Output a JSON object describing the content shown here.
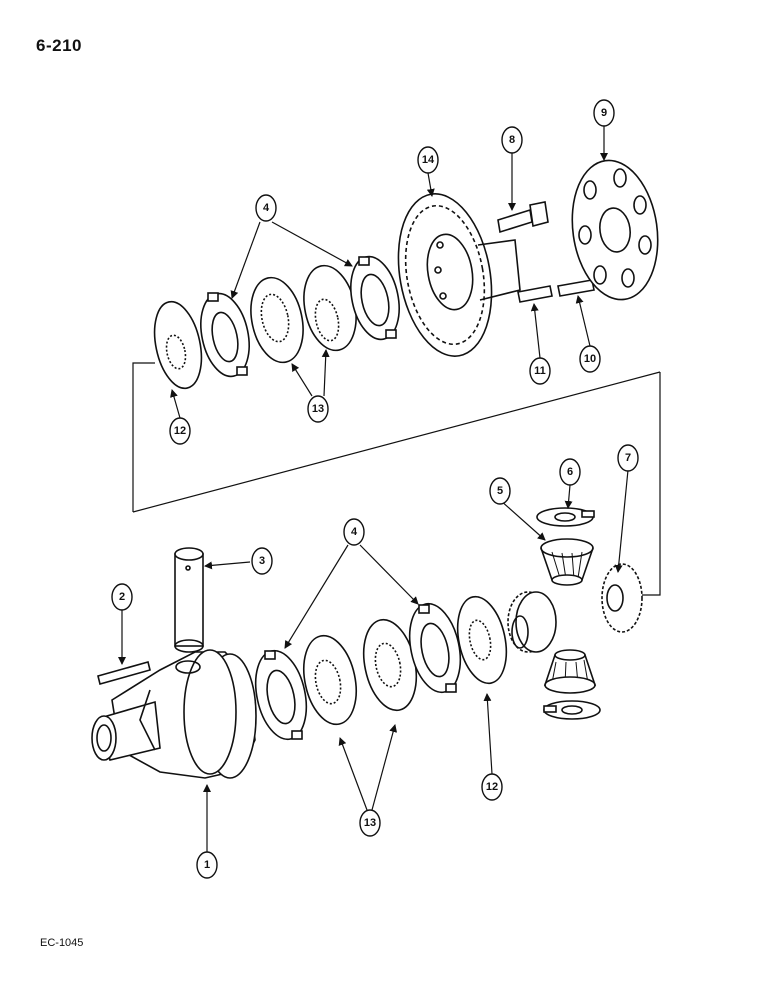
{
  "page_number": "6-210",
  "doc_code": "EC-1045",
  "callouts": {
    "c1": "1",
    "c2": "2",
    "c3": "3",
    "c4a": "4",
    "c4b": "4",
    "c5": "5",
    "c6": "6",
    "c7": "7",
    "c8": "8",
    "c9": "9",
    "c10": "10",
    "c11": "11",
    "c12a": "12",
    "c12b": "12",
    "c13a": "13",
    "c13b": "13",
    "c14": "14"
  }
}
